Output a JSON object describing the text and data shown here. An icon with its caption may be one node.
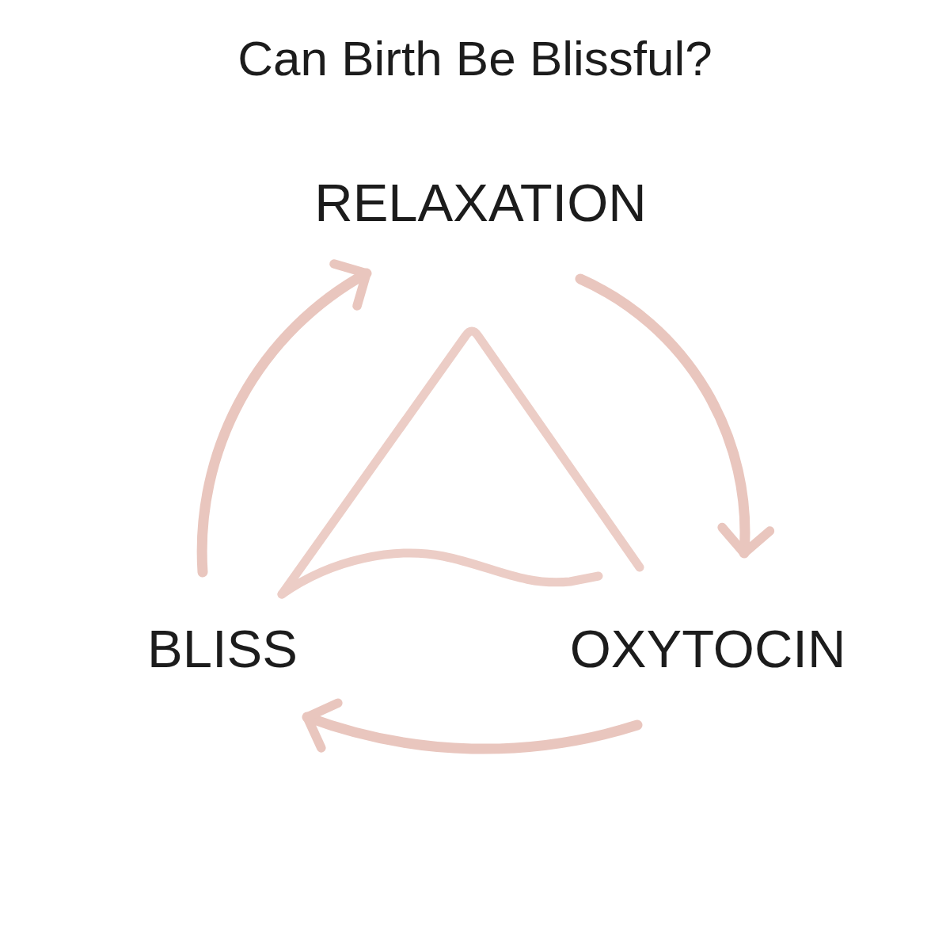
{
  "diagram": {
    "title": "Can Birth Be Blissful?",
    "nodes": [
      {
        "text": [
          "RELAXATION"
        ]
      },
      {
        "text": [
          "OXYTOCIN"
        ]
      },
      {
        "text": [
          "BLISS"
        ]
      }
    ],
    "edges": [
      {
        "from": 0,
        "to": 1,
        "arrow": "to"
      },
      {
        "from": 1,
        "to": 2,
        "arrow": "to"
      },
      {
        "from": 2,
        "to": 0,
        "arrow": "to"
      }
    ]
  }
}
